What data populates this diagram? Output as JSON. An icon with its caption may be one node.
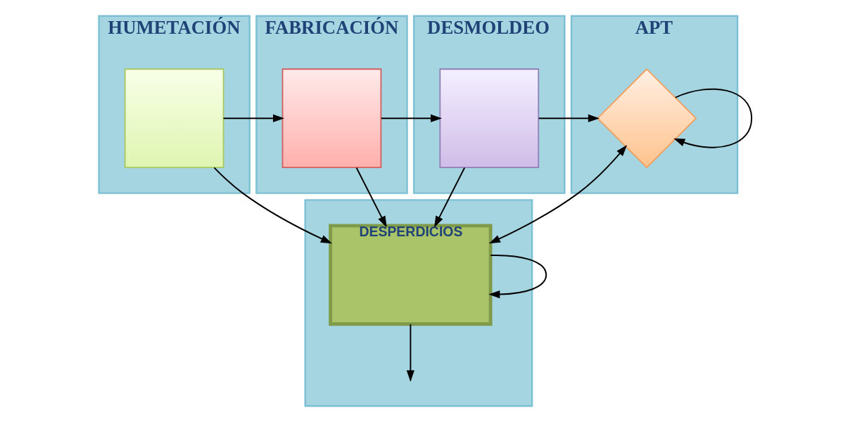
{
  "diagram": {
    "nodes": [
      {
        "text": [
          "HUMETACIÓN"
        ]
      },
      {
        "text": [
          "FABRICACIÓN"
        ]
      },
      {
        "text": [
          "DESMOLDEO"
        ]
      },
      {
        "text": [
          "APT"
        ]
      },
      {
        "text": [],
        "shape": "box"
      },
      {
        "text": [],
        "shape": "box",
        "in": 0
      },
      {
        "text": [],
        "shape": "box",
        "in": 1
      },
      {
        "text": [],
        "shape": "box",
        "in": 2
      },
      {
        "text": [],
        "shape": "diamond",
        "in": 3
      },
      {
        "text": [
          "DESPERDICIOS"
        ],
        "in": 4
      }
    ],
    "edges": [
      {
        "from": 5,
        "to": 6,
        "arrow": "to"
      },
      {
        "from": 6,
        "to": 7,
        "arrow": "to"
      },
      {
        "from": 7,
        "to": 8,
        "arrow": "to"
      },
      {
        "from": 5,
        "to": 9,
        "arrow": "to"
      },
      {
        "from": 6,
        "to": 9,
        "arrow": "to"
      },
      {
        "from": 7,
        "to": 9,
        "arrow": "to"
      },
      {
        "from": 8,
        "to": 9,
        "arrow": "both"
      },
      {
        "from": 8,
        "to": 8,
        "arrow": "to"
      },
      {
        "from": 9,
        "to": 9,
        "arrow": "to"
      },
      {
        "from": 9,
        "to": null,
        "arrow": "to"
      }
    ]
  }
}
